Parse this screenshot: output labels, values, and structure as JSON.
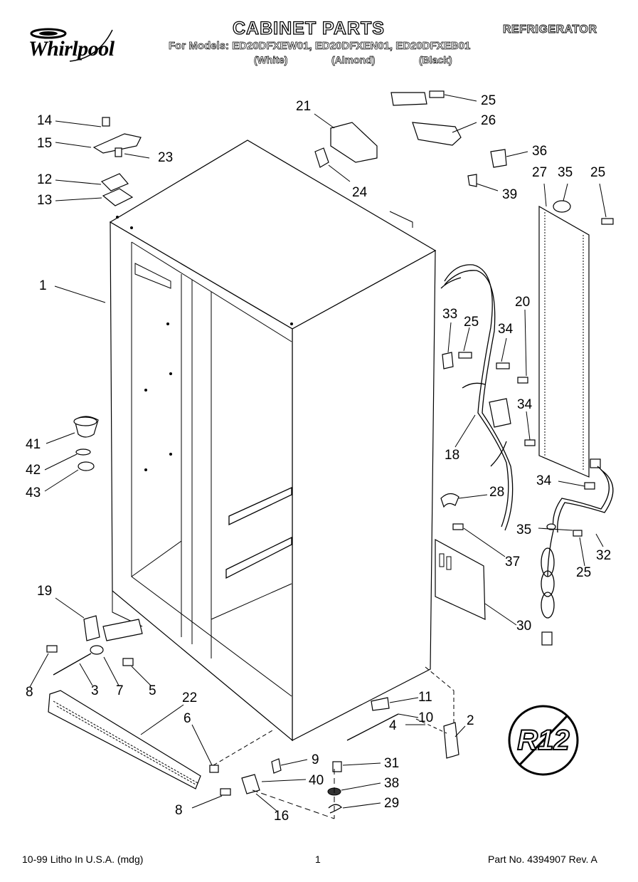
{
  "header": {
    "brand": "Whirlpool",
    "title": "CABINET PARTS",
    "product": "REFRIGERATOR",
    "models_line": "For Models: ED20DFXEW01, ED20DFXEN01, ED20DFXEB01",
    "variants": [
      "(White)",
      "(Almond)",
      "(Black)"
    ]
  },
  "footer": {
    "left": "10-99 Litho In U.S.A. (mdg)",
    "page": "1",
    "right": "Part No. 4394907 Rev. A"
  },
  "badge_text": "R12",
  "callouts": {
    "c14": "14",
    "c15": "15",
    "c23": "23",
    "c12": "12",
    "c13": "13",
    "c21": "21",
    "c24": "24",
    "c25a": "25",
    "c26": "26",
    "c36": "36",
    "c39": "39",
    "c27": "27",
    "c35a": "35",
    "c25b": "25",
    "c1": "1",
    "c33": "33",
    "c25c": "25",
    "c34a": "34",
    "c20": "20",
    "c34b": "34",
    "c18": "18",
    "c41": "41",
    "c42": "42",
    "c43": "43",
    "c34c": "34",
    "c28": "28",
    "c35b": "35",
    "c32": "32",
    "c37": "37",
    "c25d": "25",
    "c19": "19",
    "c30": "30",
    "c8a": "8",
    "c3": "3",
    "c7": "7",
    "c5": "5",
    "c22": "22",
    "c11": "11",
    "c10": "10",
    "c6": "6",
    "c2": "2",
    "c4": "4",
    "c9": "9",
    "c31": "31",
    "c40": "40",
    "c38": "38",
    "c8b": "8",
    "c16": "16",
    "c29": "29"
  }
}
